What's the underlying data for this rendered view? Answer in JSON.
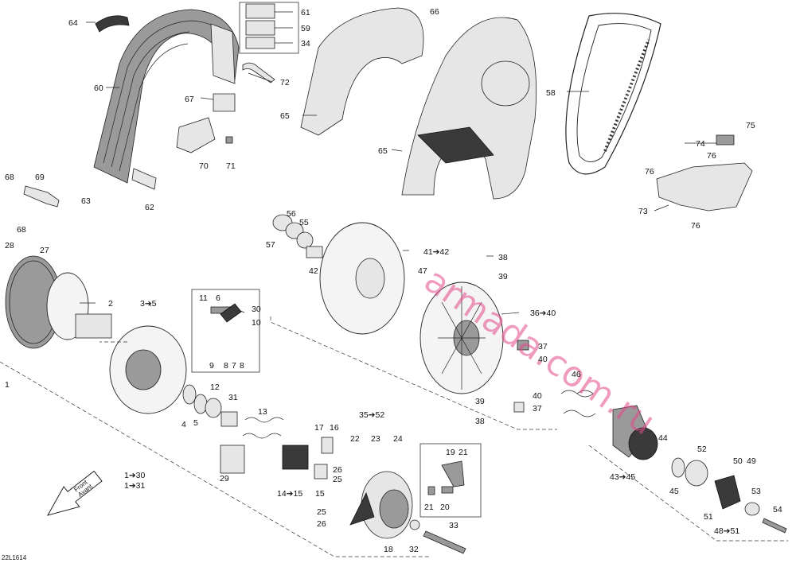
{
  "diagram_code": "22L1614",
  "watermark": "armada.com.ru",
  "front_arrow": {
    "line1": "Front",
    "line2": "Avant"
  },
  "callouts": [
    {
      "id": "c64",
      "text": "64"
    },
    {
      "id": "c61",
      "text": "61"
    },
    {
      "id": "c59",
      "text": "59"
    },
    {
      "id": "c34",
      "text": "34"
    },
    {
      "id": "c66",
      "text": "66"
    },
    {
      "id": "c60",
      "text": "60"
    },
    {
      "id": "c72",
      "text": "72"
    },
    {
      "id": "c67",
      "text": "67"
    },
    {
      "id": "c65a",
      "text": "65"
    },
    {
      "id": "c65b",
      "text": "65"
    },
    {
      "id": "c58",
      "text": "58"
    },
    {
      "id": "c75",
      "text": "75"
    },
    {
      "id": "c74",
      "text": "74"
    },
    {
      "id": "c76a",
      "text": "76"
    },
    {
      "id": "c76b",
      "text": "76"
    },
    {
      "id": "c76c",
      "text": "76"
    },
    {
      "id": "c73",
      "text": "73"
    },
    {
      "id": "c70",
      "text": "70"
    },
    {
      "id": "c71",
      "text": "71"
    },
    {
      "id": "c68a",
      "text": "68"
    },
    {
      "id": "c69",
      "text": "69"
    },
    {
      "id": "c63",
      "text": "63"
    },
    {
      "id": "c62",
      "text": "62"
    },
    {
      "id": "c68b",
      "text": "68"
    },
    {
      "id": "c56",
      "text": "56"
    },
    {
      "id": "c55",
      "text": "55"
    },
    {
      "id": "c57",
      "text": "57"
    },
    {
      "id": "c41",
      "text": "41➔42"
    },
    {
      "id": "c42",
      "text": "42"
    },
    {
      "id": "c28",
      "text": "28"
    },
    {
      "id": "c27",
      "text": "27"
    },
    {
      "id": "c38a",
      "text": "38"
    },
    {
      "id": "c39a",
      "text": "39"
    },
    {
      "id": "c47",
      "text": "47"
    },
    {
      "id": "c2",
      "text": "2"
    },
    {
      "id": "c3",
      "text": "3➔5"
    },
    {
      "id": "c11",
      "text": "11"
    },
    {
      "id": "c6",
      "text": "6"
    },
    {
      "id": "c30",
      "text": "30"
    },
    {
      "id": "c10",
      "text": "10"
    },
    {
      "id": "c36",
      "text": "36➔40"
    },
    {
      "id": "c9",
      "text": "9"
    },
    {
      "id": "c8a",
      "text": "8"
    },
    {
      "id": "c7",
      "text": "7"
    },
    {
      "id": "c8b",
      "text": "8"
    },
    {
      "id": "c37a",
      "text": "37"
    },
    {
      "id": "c40a",
      "text": "40"
    },
    {
      "id": "c46",
      "text": "46"
    },
    {
      "id": "c12",
      "text": "12"
    },
    {
      "id": "c1",
      "text": "1"
    },
    {
      "id": "c31",
      "text": "31"
    },
    {
      "id": "c40b",
      "text": "40"
    },
    {
      "id": "c39b",
      "text": "39"
    },
    {
      "id": "c35",
      "text": "35➔52"
    },
    {
      "id": "c37b",
      "text": "37"
    },
    {
      "id": "c38b",
      "text": "38"
    },
    {
      "id": "c4",
      "text": "4"
    },
    {
      "id": "c5",
      "text": "5"
    },
    {
      "id": "c13",
      "text": "13"
    },
    {
      "id": "c44",
      "text": "44"
    },
    {
      "id": "c17",
      "text": "17"
    },
    {
      "id": "c16",
      "text": "16"
    },
    {
      "id": "c22",
      "text": "22"
    },
    {
      "id": "c23",
      "text": "23"
    },
    {
      "id": "c24",
      "text": "24"
    },
    {
      "id": "c52",
      "text": "52"
    },
    {
      "id": "c19",
      "text": "19"
    },
    {
      "id": "c21a",
      "text": "21"
    },
    {
      "id": "c26a",
      "text": "26"
    },
    {
      "id": "c25a",
      "text": "25"
    },
    {
      "id": "c50",
      "text": "50"
    },
    {
      "id": "c49",
      "text": "49"
    },
    {
      "id": "c130",
      "text": "1➔30"
    },
    {
      "id": "c131",
      "text": "1➔31"
    },
    {
      "id": "c29",
      "text": "29"
    },
    {
      "id": "c14",
      "text": "14➔15"
    },
    {
      "id": "c15",
      "text": "15"
    },
    {
      "id": "c43",
      "text": "43➔45"
    },
    {
      "id": "c45",
      "text": "45"
    },
    {
      "id": "c53",
      "text": "53"
    },
    {
      "id": "c21b",
      "text": "21"
    },
    {
      "id": "c20",
      "text": "20"
    },
    {
      "id": "c51",
      "text": "51"
    },
    {
      "id": "c54",
      "text": "54"
    },
    {
      "id": "c25b",
      "text": "25"
    },
    {
      "id": "c26b",
      "text": "26"
    },
    {
      "id": "c33",
      "text": "33"
    },
    {
      "id": "c48",
      "text": "48➔51"
    },
    {
      "id": "c18",
      "text": "18"
    },
    {
      "id": "c32",
      "text": "32"
    }
  ]
}
